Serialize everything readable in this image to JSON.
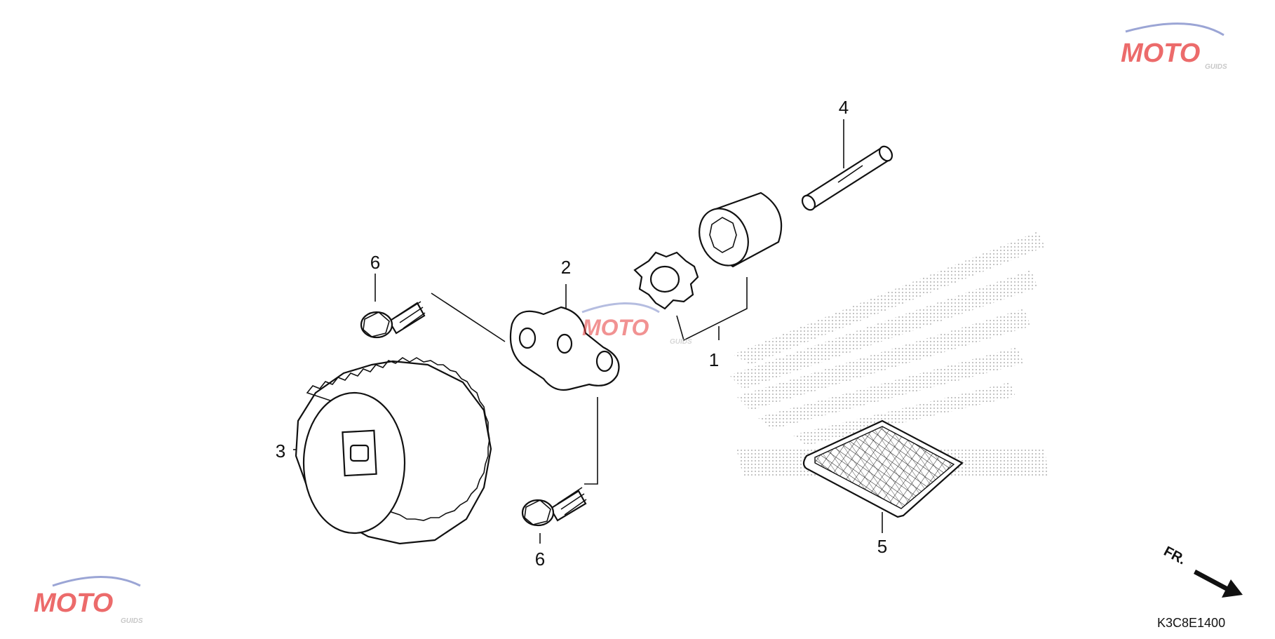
{
  "diagram_code": "K3C8E1400",
  "direction_label": "FR.",
  "colors": {
    "line": "#111111",
    "watermark_red": "#e63a3a",
    "watermark_blue": "#7a88c8",
    "watermark_grey": "#b5b5b5",
    "wing_dots": "#9a9a9a"
  },
  "watermark": {
    "brand": "MOTO",
    "sub": "GUIDS"
  },
  "callouts": {
    "c1": "1",
    "c2": "2",
    "c3": "3",
    "c4": "4",
    "c5": "5",
    "c6a": "6",
    "c6b": "6"
  }
}
